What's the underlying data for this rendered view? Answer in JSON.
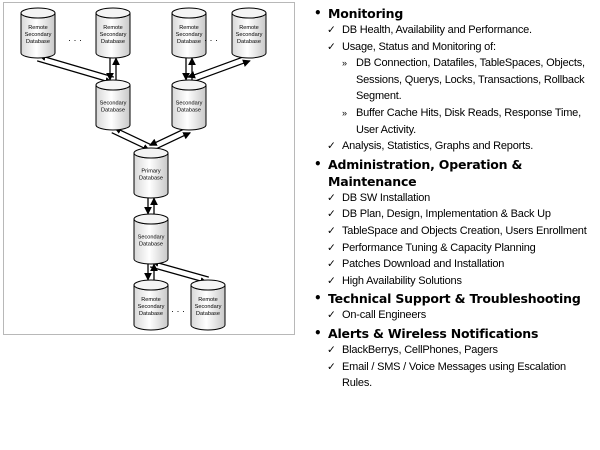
{
  "diagram": {
    "labels": {
      "remote": [
        "Remote",
        "Secondary",
        "Database"
      ],
      "secondary": [
        "Secondary",
        "Database"
      ],
      "primary": [
        "Primary",
        "Database"
      ],
      "ellipsis": "· · ·"
    }
  },
  "sections": [
    {
      "title": "Monitoring",
      "items": [
        {
          "text": "DB Health, Availability and Performance."
        },
        {
          "text": "Usage, Status and Monitoring of:",
          "subitems": [
            "DB Connection, Datafiles, TableSpaces, Objects, Sessions, Querys, Locks, Transactions, Rollback Segment.",
            "Buffer Cache Hits, Disk Reads, Response Time, User Activity."
          ]
        },
        {
          "text": "Analysis, Statistics, Graphs and Reports."
        }
      ]
    },
    {
      "title": "Administration, Operation & Maintenance",
      "items": [
        {
          "text": "DB SW Installation"
        },
        {
          "text": "DB Plan, Design, Implementation & Back Up"
        },
        {
          "text": "TableSpace and Objects Creation, Users Enrollment"
        },
        {
          "text": "Performance Tuning & Capacity Planning"
        },
        {
          "text": "Patches Download and Installation"
        },
        {
          "text": "High Availability Solutions"
        }
      ]
    },
    {
      "title": "Technical Support & Troubleshooting",
      "items": [
        {
          "text": "On-call Engineers"
        }
      ]
    },
    {
      "title": "Alerts & Wireless Notifications",
      "items": [
        {
          "text": "BlackBerrys, CellPhones, Pagers"
        },
        {
          "text": "Email / SMS / Voice Messages using Escalation Rules."
        }
      ]
    }
  ]
}
